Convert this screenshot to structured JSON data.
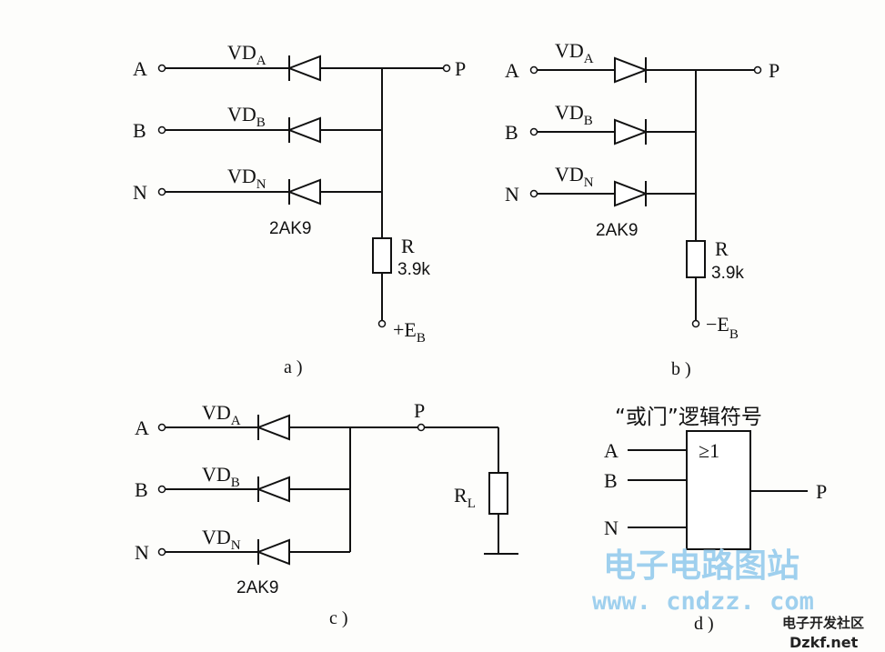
{
  "circuit_a": {
    "input_a": "A",
    "input_b": "B",
    "input_n": "N",
    "vd_a": "VD",
    "vd_a_sub": "A",
    "vd_b": "VD",
    "vd_b_sub": "B",
    "vd_n": "VD",
    "vd_n_sub": "N",
    "diode_type": "2AK9",
    "output": "P",
    "resistor": "R",
    "resistor_value": "3.9k",
    "supply": "+E",
    "supply_sub": "B",
    "caption": "a )"
  },
  "circuit_b": {
    "input_a": "A",
    "input_b": "B",
    "input_n": "N",
    "vd_a": "VD",
    "vd_a_sub": "A",
    "vd_b": "VD",
    "vd_b_sub": "B",
    "vd_n": "VD",
    "vd_n_sub": "N",
    "diode_type": "2AK9",
    "output": "P",
    "resistor": "R",
    "resistor_value": "3.9k",
    "supply": "−E",
    "supply_sub": "B",
    "caption": "b )"
  },
  "circuit_c": {
    "input_a": "A",
    "input_b": "B",
    "input_n": "N",
    "vd_a": "VD",
    "vd_a_sub": "A",
    "vd_b": "VD",
    "vd_b_sub": "B",
    "vd_n": "VD",
    "vd_n_sub": "N",
    "diode_type": "2AK9",
    "output": "P",
    "load": "R",
    "load_sub": "L",
    "caption": "c )"
  },
  "symbol_d": {
    "title": "“或门”逻辑符号",
    "gate_label": "≥1",
    "input_a": "A",
    "input_b": "B",
    "input_n": "N",
    "output": "P",
    "caption": "d )"
  },
  "watermarks": {
    "site_cn": "电子电路图站",
    "site_url": "www. cndzz. com",
    "forum_cn": "电子开发社区",
    "forum_url": "Dzkf.net"
  },
  "colors": {
    "ink": "#111111",
    "watermark": "#9fd0ee"
  }
}
